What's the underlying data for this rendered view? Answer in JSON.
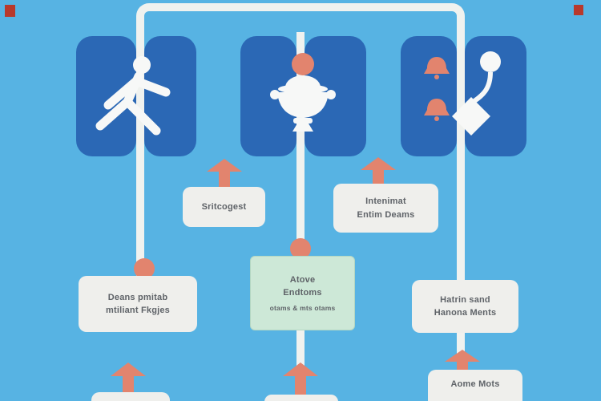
{
  "palette": {
    "background": "#57b3e3",
    "node_blue": "#2b68b5",
    "accent_coral": "#e2846e",
    "line_white": "#f0f2ef",
    "box_white": "#efefec",
    "box_green": "#cde8d7",
    "text_gray": "#5f6368",
    "mark_red": "#b8392c"
  },
  "nodes": [
    {
      "icon": "exercise-person-icon"
    },
    {
      "icon": "cooking-bowl-icon"
    },
    {
      "icon": "stethoscope-icon"
    }
  ],
  "labels": {
    "strategy": {
      "lines": [
        "Sritcogest"
      ]
    },
    "internal": {
      "lines": [
        "Intenimat",
        "Entim Deams"
      ]
    },
    "patients": {
      "lines": [
        "Deans pmitab",
        "mtiliant Fkgjes"
      ]
    },
    "active": {
      "lines": [
        "Atove",
        "Endtoms",
        "otams & mts otams"
      ]
    },
    "health": {
      "lines": [
        "Hatrin sand",
        "Hanona Ments"
      ]
    },
    "bottom": {
      "lines": [
        "Aome Mots"
      ]
    }
  }
}
